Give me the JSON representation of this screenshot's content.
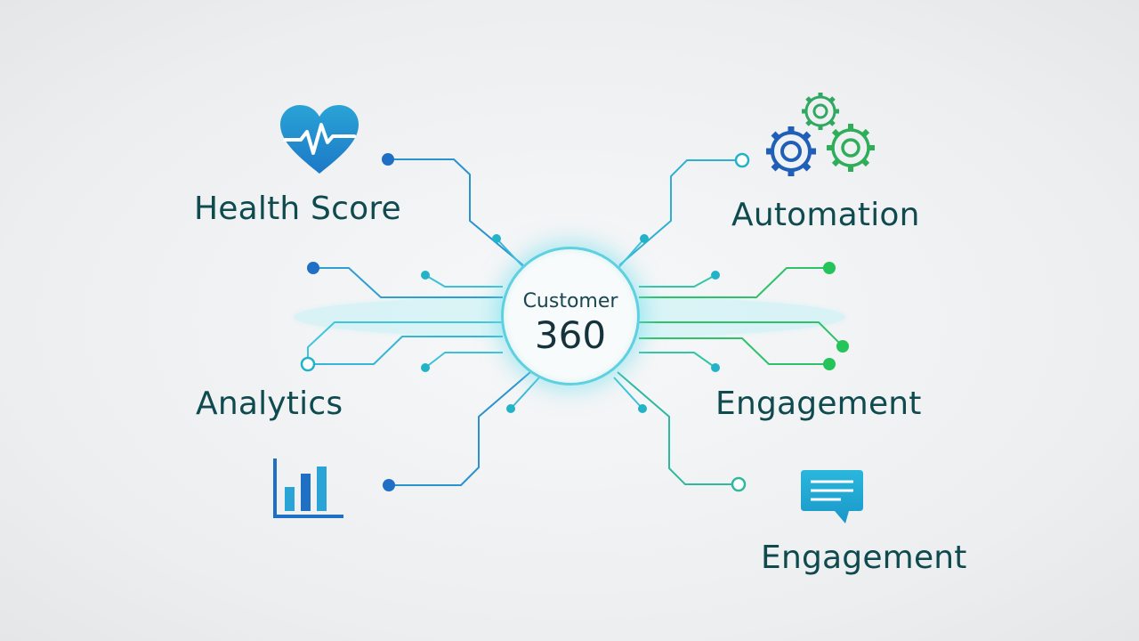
{
  "hub": {
    "title": "Customer",
    "number": "360"
  },
  "nodes": {
    "health_score": {
      "label": "Health Score",
      "icon": "heart-pulse-icon"
    },
    "automation": {
      "label": "Automation",
      "icon": "gears-icon"
    },
    "analytics": {
      "label": "Analytics",
      "icon": "bar-chart-icon"
    },
    "engagement_primary": {
      "label": "Engagement"
    },
    "engagement_secondary": {
      "label": "Engagement",
      "icon": "chat-message-icon"
    }
  },
  "colors": {
    "label_text": "#0f4a4f",
    "circuit_blue": "#1f6fc4",
    "circuit_teal": "#22b3c8",
    "circuit_green": "#24c45a",
    "hub_border": "#5fd0df"
  }
}
